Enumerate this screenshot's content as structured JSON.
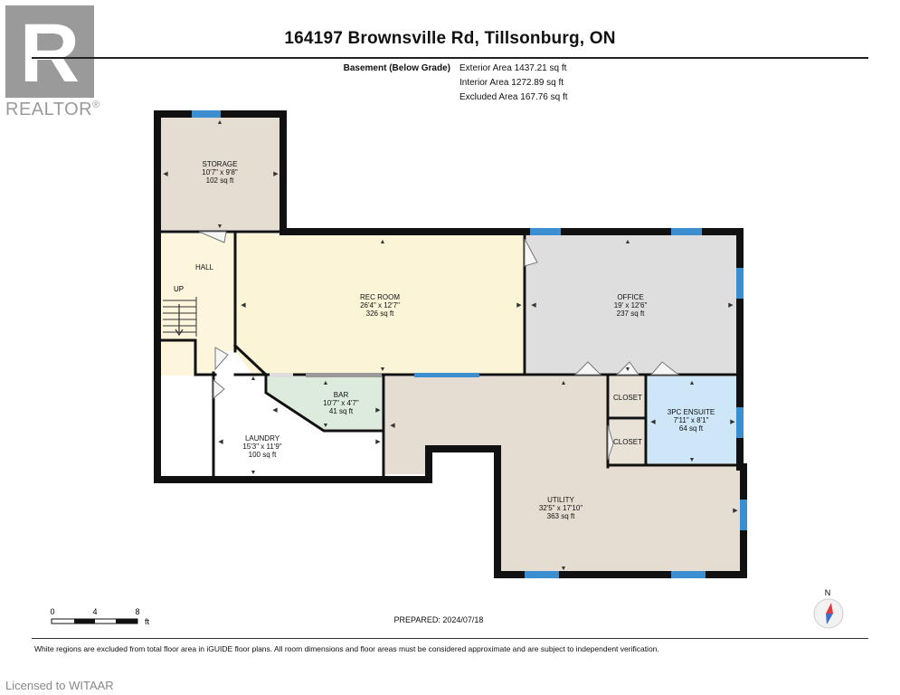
{
  "header": {
    "address": "164197 Brownsville Rd, Tillsonburg, ON",
    "level": "Basement (Below Grade)",
    "exterior_area": "Exterior Area 1437.21 sq ft",
    "interior_area": "Interior Area 1272.89 sq ft",
    "excluded_area": "Excluded Area 167.76 sq ft"
  },
  "brand": {
    "name": "REALTOR",
    "registered": "®",
    "letter": "R"
  },
  "rooms": {
    "storage": {
      "name": "STORAGE",
      "dims": "10'7\" x 9'8\"",
      "area": "102 sq ft",
      "color": "#e5ddd1"
    },
    "hall": {
      "name": "HALL",
      "color": "#fdf6dc"
    },
    "stairs": {
      "label": "UP"
    },
    "rec_room": {
      "name": "REC ROOM",
      "dims": "26'4\" x 12'7\"",
      "area": "326 sq ft",
      "color": "#fbf4d7"
    },
    "office": {
      "name": "OFFICE",
      "dims": "19' x 12'6\"",
      "area": "237 sq ft",
      "color": "#dededf"
    },
    "bar": {
      "name": "BAR",
      "dims": "10'7\" x 4'7\"",
      "area": "41 sq ft",
      "color": "#dcebdb"
    },
    "laundry": {
      "name": "LAUNDRY",
      "dims": "15'3\" x 11'9\"",
      "area": "100 sq ft",
      "color": "#ffffff"
    },
    "closet_1": {
      "name": "CLOSET",
      "color": "#e8e2d7"
    },
    "closet_2": {
      "name": "CLOSET",
      "color": "#e8e2d7"
    },
    "ensuite": {
      "name": "3PC ENSUITE",
      "dims": "7'11\" x 8'1\"",
      "area": "64 sq ft",
      "color": "#cde6f8"
    },
    "utility": {
      "name": "UTILITY",
      "dims": "32'5\" x 17'10\"",
      "area": "363 sq ft",
      "color": "#e5ddd1"
    }
  },
  "colors": {
    "wall": "#111111",
    "window": "#3b8fd0"
  },
  "scale_bar": {
    "labels": [
      "0",
      "4",
      "8"
    ],
    "unit": "ft"
  },
  "compass": {
    "label": "N"
  },
  "footer": {
    "prepared": "PREPARED: 2024/07/18",
    "disclaimer": "White regions are excluded from total floor area in iGUIDE floor plans. All room dimensions and floor areas must be considered approximate and are subject to independent verification.",
    "licensed": "Licensed to WITAAR"
  }
}
